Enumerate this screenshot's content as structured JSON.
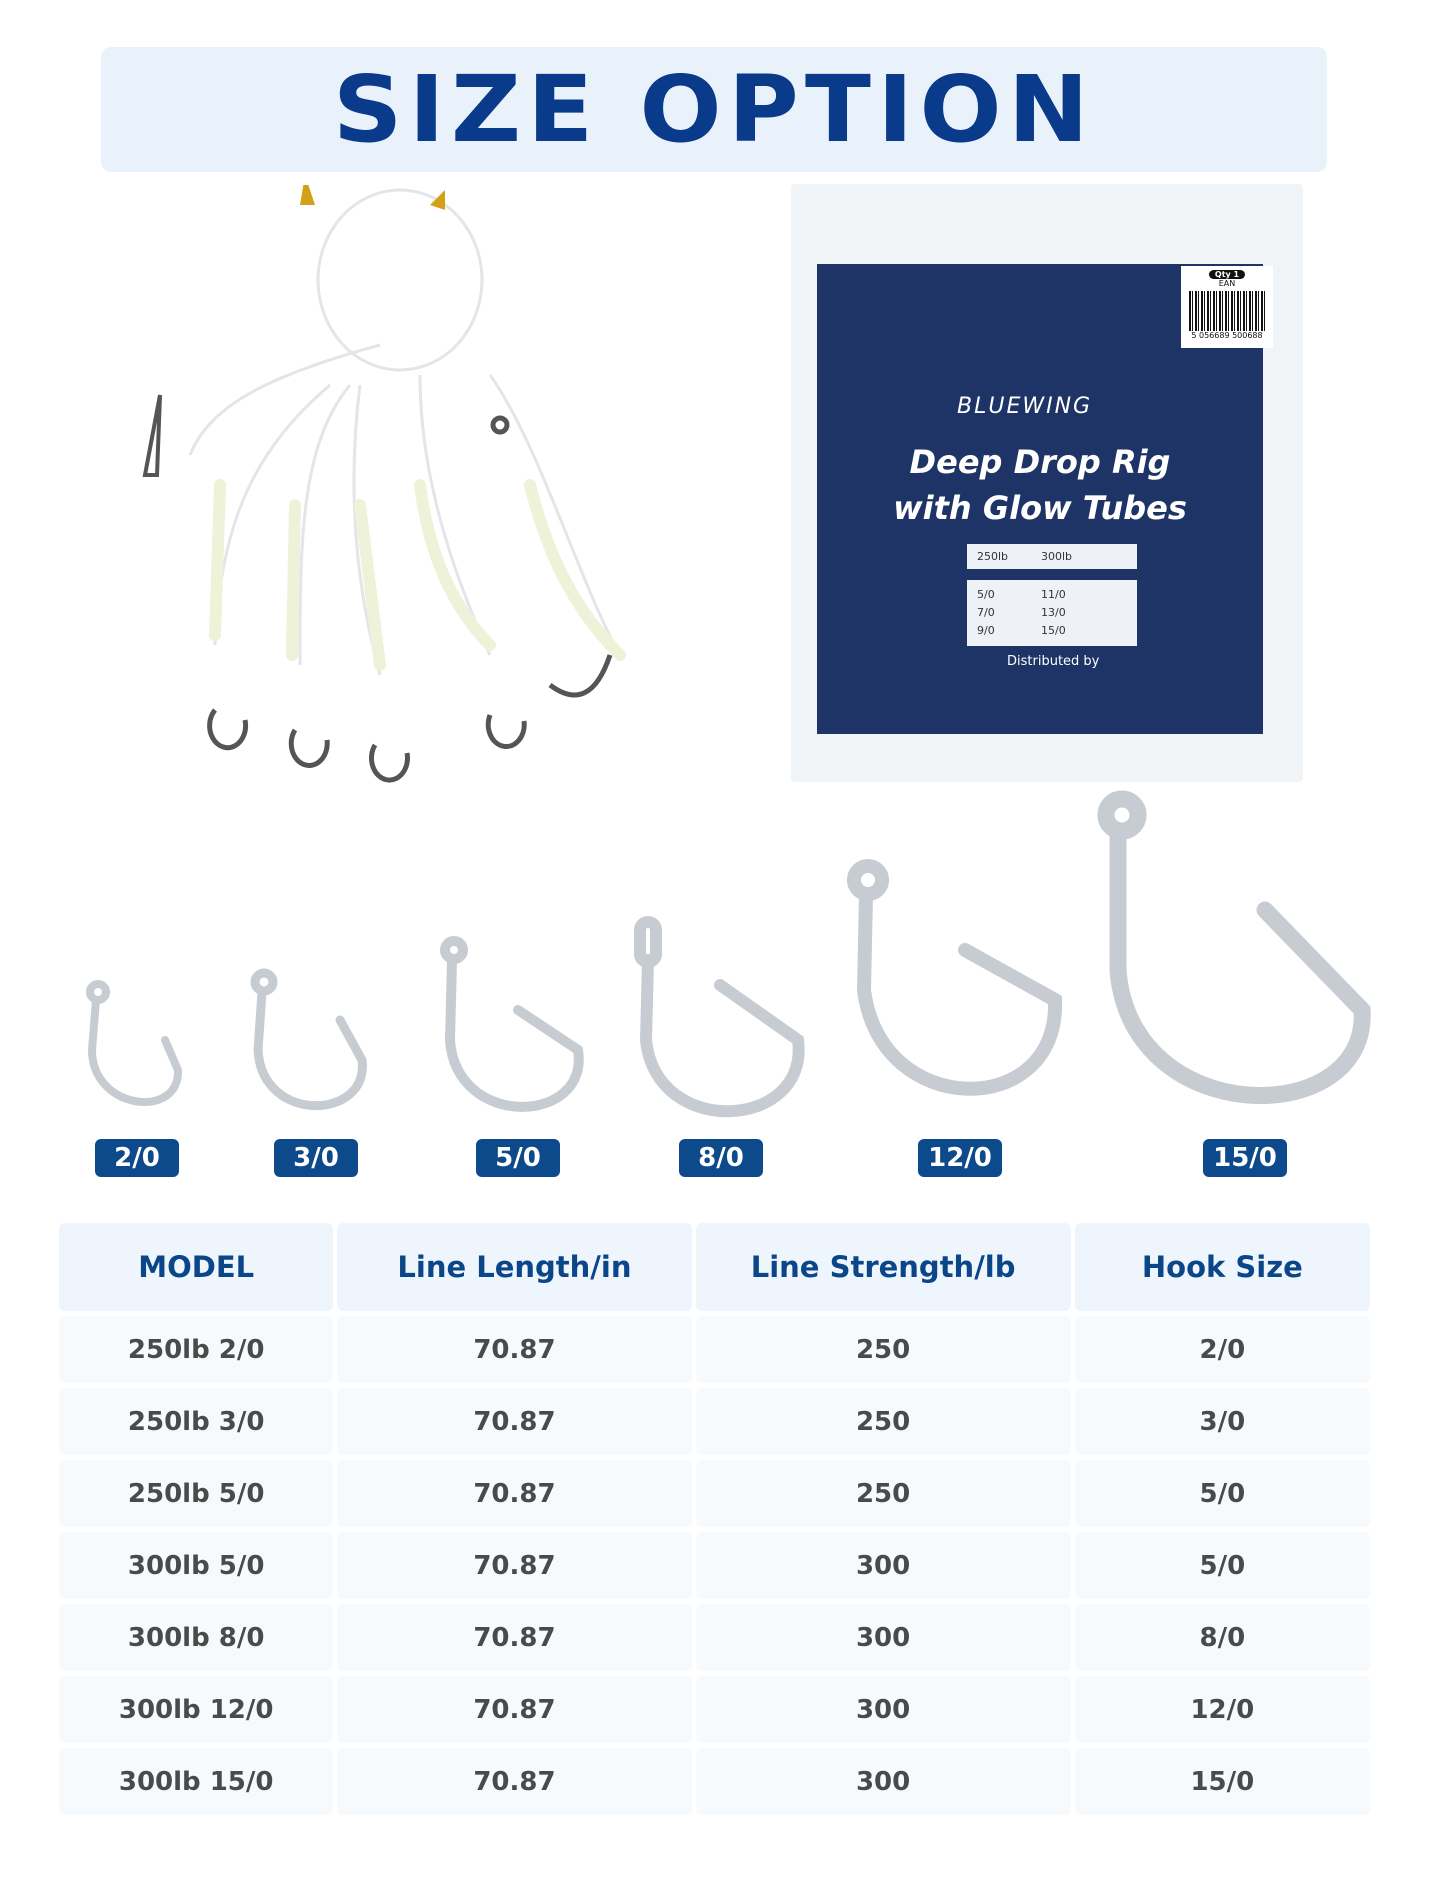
{
  "title": "SIZE OPTION",
  "package": {
    "qty": "Qty 1",
    "ean_label": "EAN",
    "barcode": "5 056689 500688",
    "brand": "BLUEWING",
    "title_line1": "Deep Drop Rig",
    "title_line2": "with Glow Tubes",
    "strength_options": [
      "250lb",
      "300lb"
    ],
    "strength_checked": "300lb",
    "hook_options": [
      "5/0",
      "11/0",
      "7/0",
      "13/0",
      "9/0",
      "15/0"
    ],
    "hook_checked": "13/0",
    "distributed": "Distributed by"
  },
  "hooks": [
    "2/0",
    "3/0",
    "5/0",
    "8/0",
    "12/0",
    "15/0"
  ],
  "table": {
    "headers": [
      "MODEL",
      "Line Length/in",
      "Line Strength/lb",
      "Hook Size"
    ],
    "rows": [
      [
        "250lb 2/0",
        "70.87",
        "250",
        "2/0"
      ],
      [
        "250lb 3/0",
        "70.87",
        "250",
        "3/0"
      ],
      [
        "250lb 5/0",
        "70.87",
        "250",
        "5/0"
      ],
      [
        "300lb 5/0",
        "70.87",
        "300",
        "5/0"
      ],
      [
        "300lb 8/0",
        "70.87",
        "300",
        "8/0"
      ],
      [
        "300lb 12/0",
        "70.87",
        "300",
        "12/0"
      ],
      [
        "300lb 15/0",
        "70.87",
        "300",
        "15/0"
      ]
    ]
  },
  "colors": {
    "title": "#0a3a8a",
    "badge": "#0d4a8c",
    "header_text": "#0b4688"
  }
}
